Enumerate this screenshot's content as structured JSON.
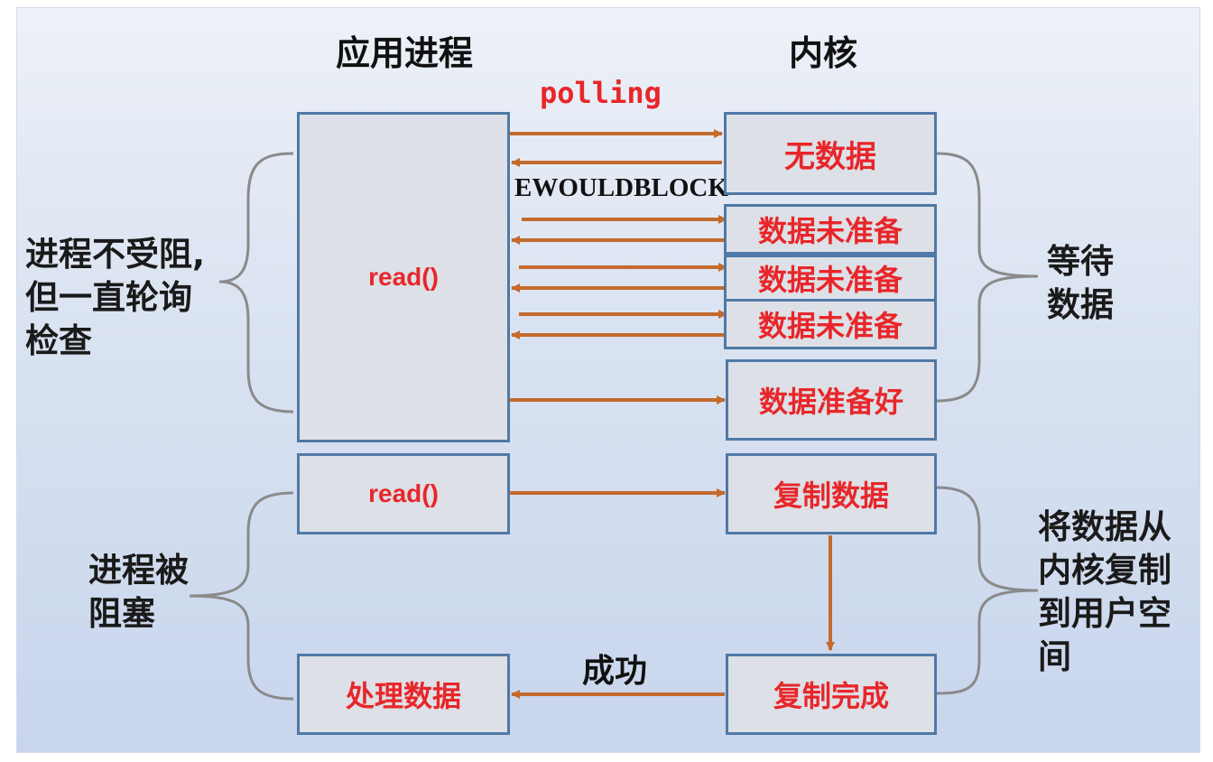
{
  "headers": {
    "app_process": "应用进程",
    "kernel": "内核"
  },
  "labels": {
    "polling": "polling",
    "ewouldblock": "EWOULDBLOCK",
    "success": "成功"
  },
  "app_boxes": {
    "read_poll": "read()",
    "read_block": "read()",
    "process_data": "处理数据"
  },
  "kernel_boxes": {
    "no_data": "无数据",
    "not_ready_1": "数据未准备",
    "not_ready_2": "数据未准备",
    "not_ready_3": "数据未准备",
    "ready": "数据准备好",
    "copy_data": "复制数据",
    "copy_done": "复制完成"
  },
  "annotations": {
    "left_top": [
      "进程不受阻,",
      "但一直轮询",
      "检查"
    ],
    "left_bottom": [
      "进程被",
      "阻塞"
    ],
    "right_top": [
      "等待",
      "数据"
    ],
    "right_bottom": [
      "将数据从",
      "内核复制",
      "到用户空",
      "间"
    ]
  },
  "colors": {
    "box_border": "#4f79a6",
    "box_fill": "#dde0e6",
    "arrow": "#c46a2c",
    "label_red": "#e8262a",
    "brace": "#8a8a8a"
  }
}
